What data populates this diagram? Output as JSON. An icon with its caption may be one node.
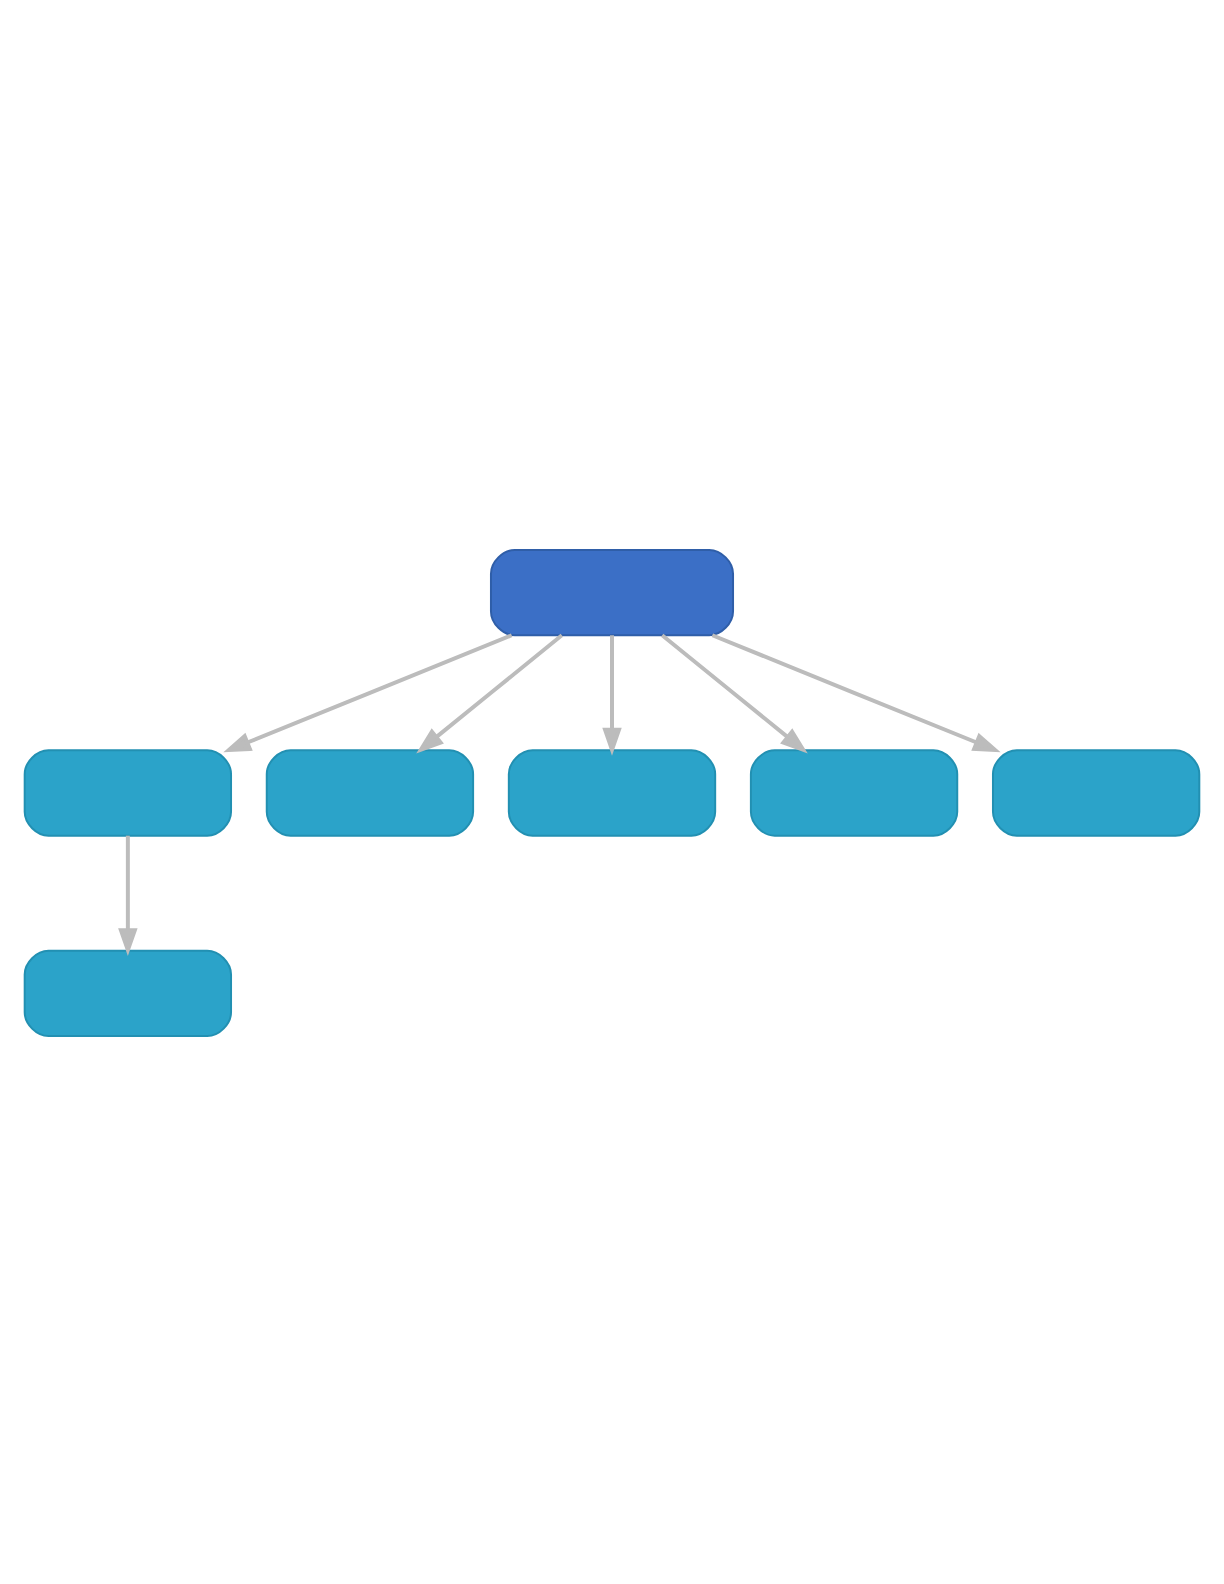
{
  "diagram": {
    "nodes": [
      {
        "text": [],
        "shape": "box"
      },
      {
        "text": [],
        "shape": "box"
      },
      {
        "text": [],
        "shape": "box"
      },
      {
        "text": [],
        "shape": "box"
      },
      {
        "text": [],
        "shape": "box"
      },
      {
        "text": [],
        "shape": "box"
      },
      {
        "text": [],
        "shape": "box"
      }
    ],
    "edges": [
      {
        "from": 0,
        "to": 1,
        "arrow": "to"
      },
      {
        "from": 0,
        "to": 2,
        "arrow": "to"
      },
      {
        "from": 0,
        "to": 3,
        "arrow": "to"
      },
      {
        "from": 0,
        "to": 4,
        "arrow": "to"
      },
      {
        "from": 0,
        "to": 5,
        "arrow": "to"
      },
      {
        "from": 1,
        "to": 6,
        "arrow": "to"
      }
    ]
  }
}
